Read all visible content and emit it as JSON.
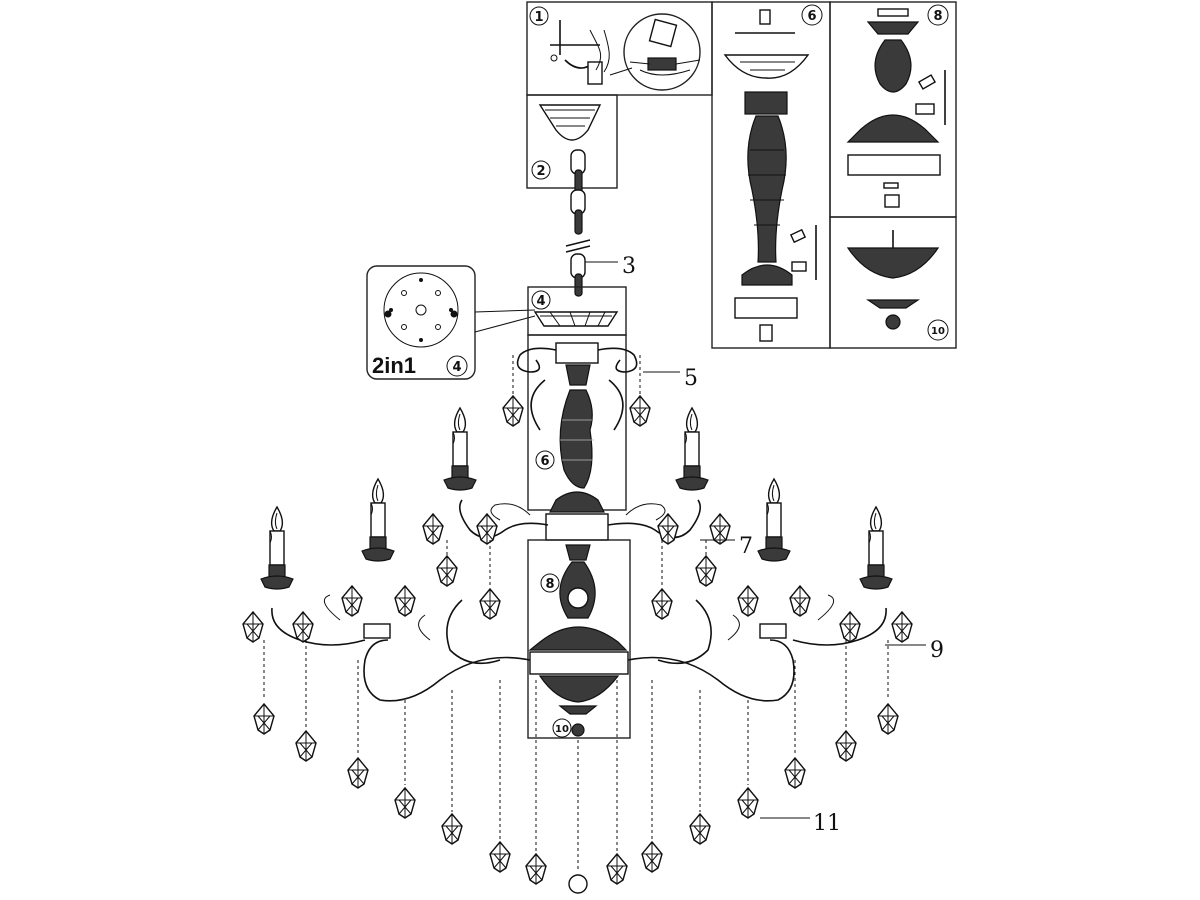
{
  "steps": {
    "s1": "1",
    "s2": "2",
    "s3": "3",
    "s4": "4",
    "s5": "5",
    "s6": "6",
    "s7": "7",
    "s8": "8",
    "s9": "9",
    "s10": "10",
    "s11": "11"
  },
  "canopy_plate_tag": "2in1",
  "colors": {
    "line": "#111111",
    "shade": "#3a3a3a",
    "paper": "#ffffff"
  }
}
